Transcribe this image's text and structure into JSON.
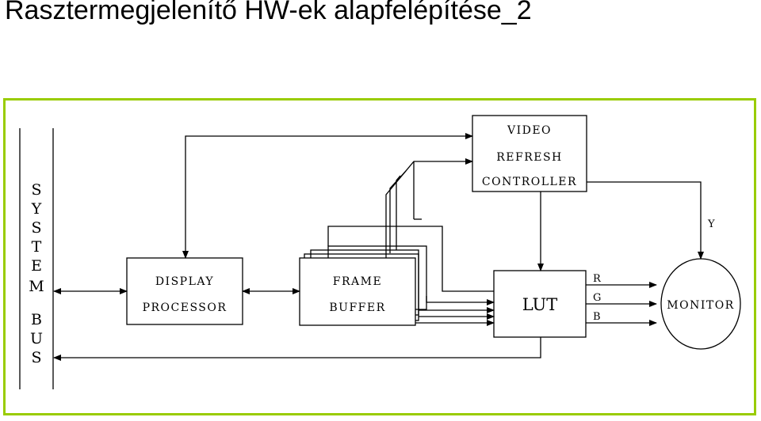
{
  "title": "Rasztermegjelenítő HW-ek alapfelépítése_2",
  "diagram": {
    "system_bus_letters": [
      "S",
      "Y",
      "S",
      "T",
      "E",
      "M",
      "B",
      "U",
      "S"
    ],
    "display_processor": [
      "DISPLAY",
      "PROCESSOR"
    ],
    "frame_buffer": [
      "FRAME",
      "BUFFER"
    ],
    "video_refresh_controller": [
      "VIDEO",
      "REFRESH",
      "CONTROLLER"
    ],
    "lut": "LUT",
    "monitor": "MONITOR",
    "signals": {
      "r": "R",
      "g": "G",
      "b": "B",
      "y": "Y"
    }
  }
}
